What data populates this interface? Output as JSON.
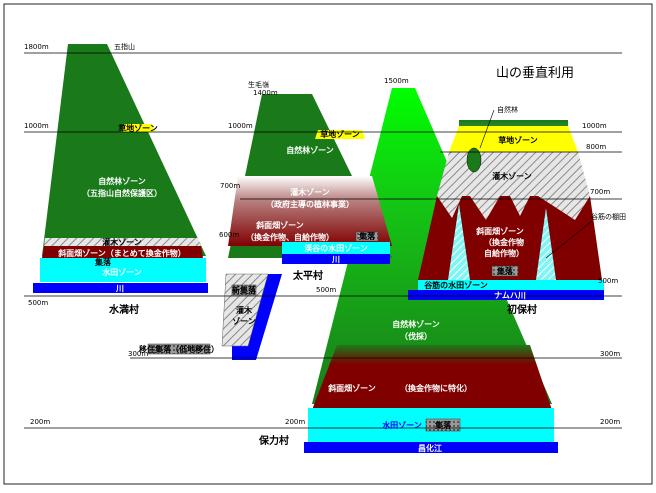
{
  "title": "山の垂直利用",
  "colors": {
    "background": "#ffffff",
    "forest": "#1a7a1a",
    "grass": "#ffff00",
    "scrub": "#c8c8c8",
    "slope_field": "#800000",
    "paddy": "#00ffff",
    "river": "#0000ff",
    "pale_field": "#e8f7f7"
  },
  "elevation_labels": {
    "e1800": "1800m",
    "e1500": "1500m",
    "e1400": "1400m",
    "e1000_left": "1000m",
    "e1000_mid": "1000m",
    "e1000_right": "1000m",
    "e800": "800m",
    "e700_mid": "700m",
    "e700_right": "700m",
    "e600": "600m",
    "e500_left": "500m",
    "e500_mid": "500m",
    "e500_right": "500m",
    "e300_mid": "300m",
    "e300_right": "300m",
    "e200_left": "200m",
    "e200_mid": "200m",
    "e200_right": "200m"
  },
  "peaks": {
    "wuzhishan": "五指山",
    "shengmaoling": "生毛嶺"
  },
  "villages": {
    "shuiman": "水満村",
    "taiping": "太平村",
    "chubao": "初保村",
    "baoli": "保力村"
  },
  "zones": {
    "m1": {
      "grass": "草地ゾーン",
      "forest": "自然林ゾーン",
      "forest_note": "（五指山自然保護区）",
      "scrub": "灌木ゾーン",
      "slope": "斜面畑ゾーン（まとめて換金作物）",
      "house": "集落",
      "paddy": "水田ゾーン",
      "river": "川"
    },
    "m2": {
      "grass": "草地ゾーン",
      "forest": "自然林ゾーン",
      "scrub": "灌木ゾーン",
      "scrub_note": "（政府主導の植林事業）",
      "slope": "斜面畑ゾーン",
      "slope_note": "（換金作物、自給作物）",
      "house": "集落",
      "paddy": "渓谷の水田ゾーン",
      "river": "川",
      "step_house": "新集落",
      "step_scrub_1": "灌木",
      "step_scrub_2": "ゾーン",
      "lowland_house": "移住集落（低地移住）"
    },
    "m3": {
      "grass": "草地ゾーン",
      "natural_forest": "自然林",
      "scrub": "灌木ゾーン",
      "slope": "斜面畑ゾーン",
      "slope_note_1": "（換金作物",
      "slope_note_2": "自給作物）",
      "valley_paddy": "谷筋の棚田",
      "house": "集落",
      "paddy": "谷筋の水田ゾーン",
      "river": "ナムハ川"
    },
    "m4": {
      "forest": "自然林ゾーン",
      "forest_note": "（伐採）",
      "slope": "斜面畑ゾーン",
      "slope_note": "（換金作物に特化）",
      "paddy": "水田ゾーン",
      "house": "集落",
      "river": "昌化江"
    }
  }
}
